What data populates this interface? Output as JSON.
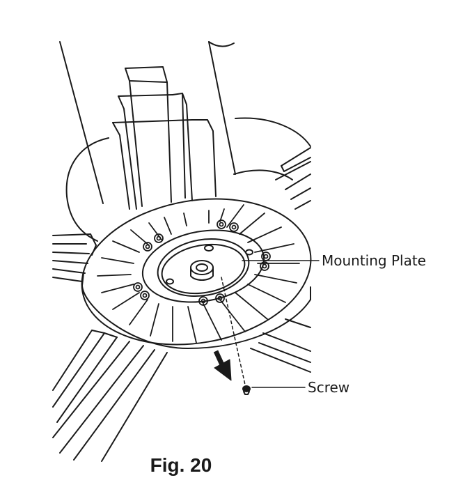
{
  "labels": {
    "mounting_plate": "Mounting Plate",
    "screw": "Screw"
  },
  "caption": "Fig. 20",
  "colors": {
    "line": "#1a1a1a",
    "background": "#ffffff"
  }
}
